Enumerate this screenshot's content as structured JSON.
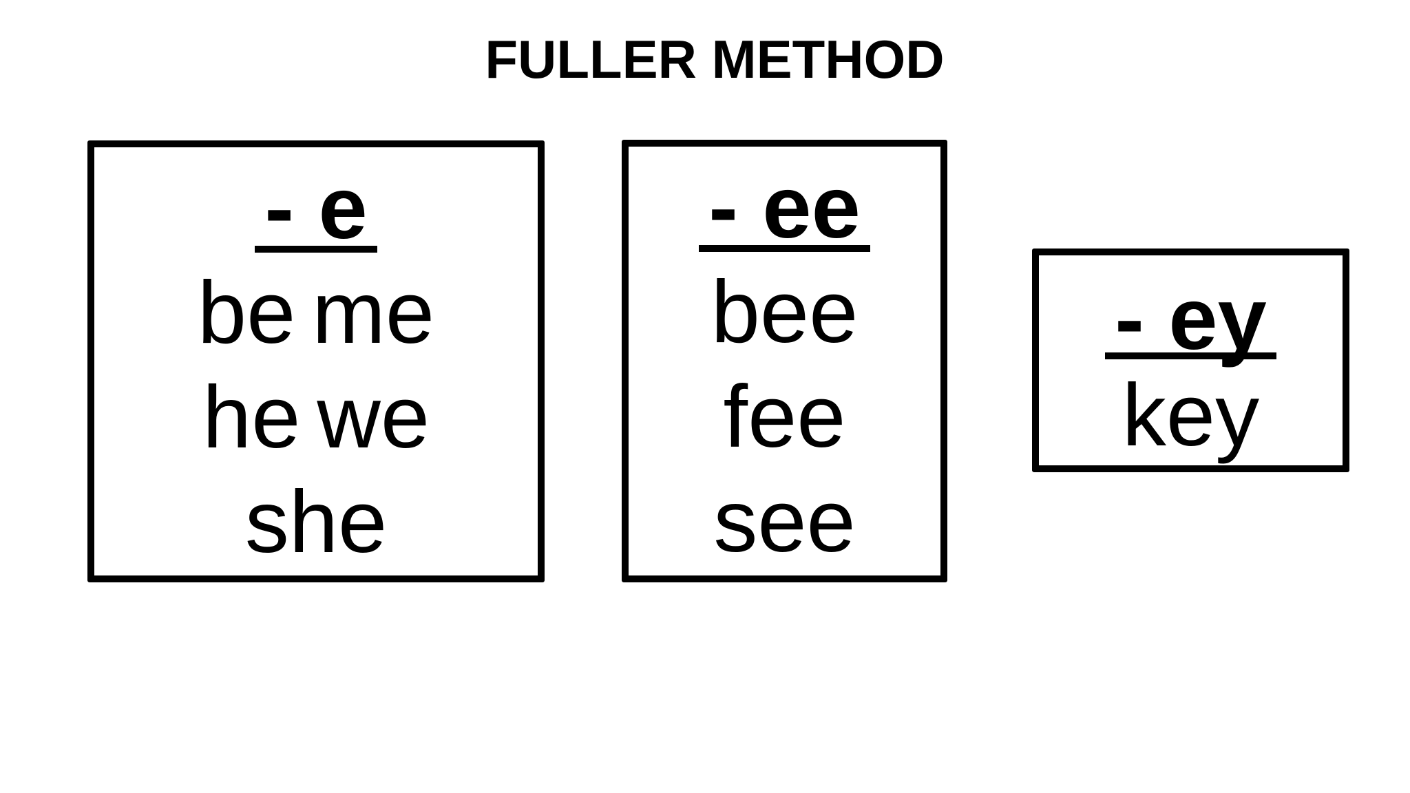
{
  "page": {
    "background_color": "#ffffff",
    "text_color": "#000000",
    "border_color": "#000000"
  },
  "title": "FULLER METHOD",
  "cards": [
    {
      "heading": "- e",
      "lines": [
        [
          "be",
          "me"
        ],
        [
          "he",
          "we"
        ],
        [
          "she"
        ]
      ]
    },
    {
      "heading": "- ee",
      "lines": [
        [
          "bee"
        ],
        [
          "fee"
        ],
        [
          "see"
        ]
      ]
    },
    {
      "heading": "- ey",
      "lines": [
        [
          "key"
        ]
      ]
    }
  ]
}
